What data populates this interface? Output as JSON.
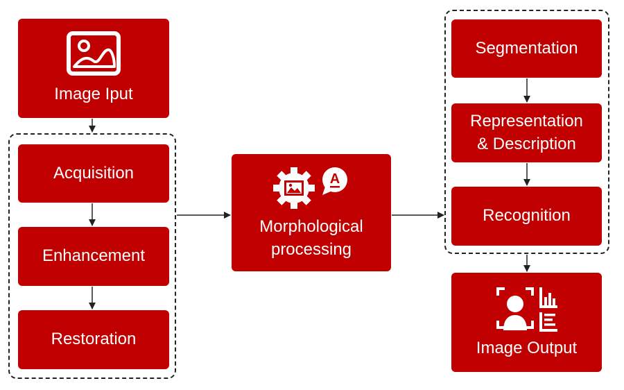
{
  "nodes": {
    "image_input": {
      "label": "Image Iput",
      "icon": "image-icon"
    },
    "acquisition": {
      "label": "Acquisition"
    },
    "enhancement": {
      "label": "Enhancement"
    },
    "restoration": {
      "label": "Restoration"
    },
    "morphological": {
      "line1": "Morphological",
      "line2": "processing",
      "icon": "gear-image-and-text-icon"
    },
    "segmentation": {
      "label": "Segmentation"
    },
    "representation": {
      "line1": "Representation",
      "line2": "& Description"
    },
    "recognition": {
      "label": "Recognition"
    },
    "image_output": {
      "label": "Image Output",
      "icon": "face-recognition-icon"
    }
  },
  "colors": {
    "box": "#c00000",
    "text": "#ffffff",
    "line": "#222222"
  }
}
